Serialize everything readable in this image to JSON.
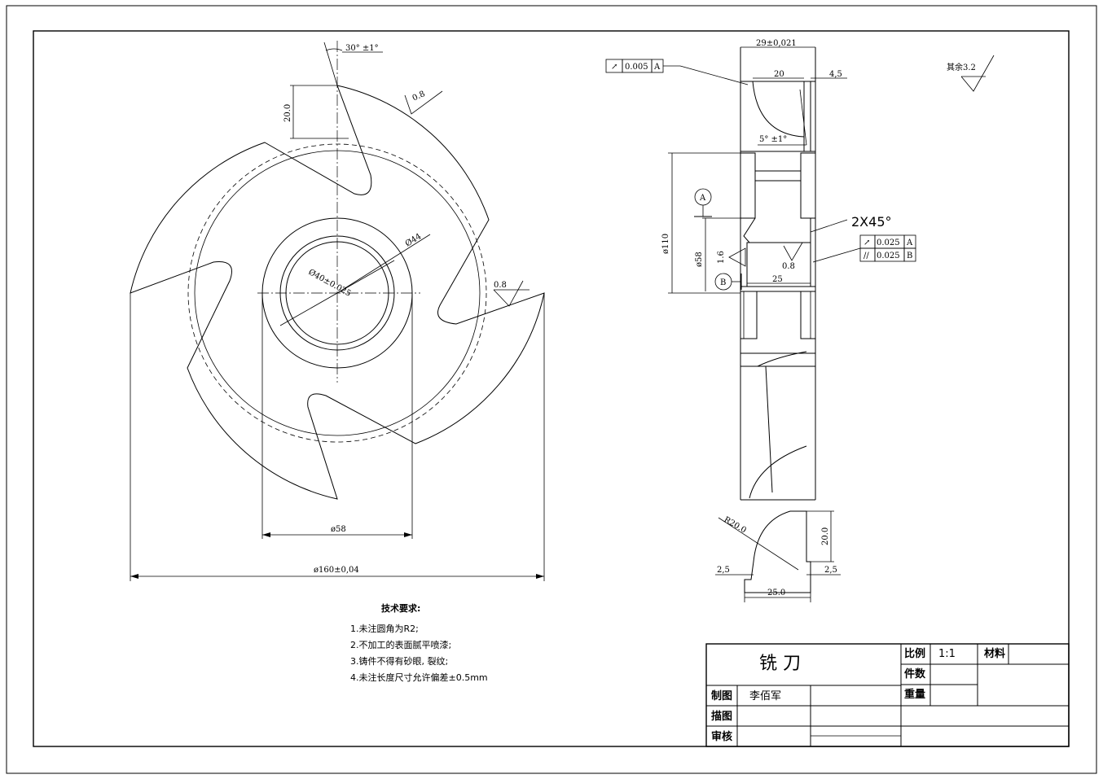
{
  "title_block": {
    "part_name": "铣    刀",
    "scale_label": "比例",
    "scale_value": "1:1",
    "material_label": "材料",
    "material_value": "",
    "count_label": "件数",
    "count_value": "",
    "weight_label": "重量",
    "weight_value": "",
    "drawn_label": "制图",
    "drawn_by": "李佰军",
    "traced_label": "描图",
    "review_label": "审核"
  },
  "tech_requirements": {
    "title": "技术要求:",
    "items": [
      "1.未注圆角为R2;",
      "2.不加工的表面腻平喷漆;",
      "3.铸件不得有砂眼, 裂纹;",
      "4.未注长度尺寸允许偏差±0.5mm"
    ]
  },
  "front_view": {
    "angle_dim": "30° ±1°",
    "height_dim": "20.0",
    "roughness_1": "0.8",
    "roughness_2": "0.8",
    "bore_dim": "Ø40±0.025",
    "boss_dim": "Ø44",
    "hub_dim": "ø58",
    "outer_dim": "ø160±0,04"
  },
  "side_view": {
    "width_dim": "29±0,021",
    "tooth_dim": "20",
    "small_dim": "4,5",
    "angle_dim": "5° ±1°",
    "chamfer": "2X45°",
    "dia_110": "ø110",
    "dia_58": "ø58",
    "bore_width": "25",
    "roughness_bore": "1.6",
    "roughness_face": "0.8",
    "datum_a": "A",
    "datum_b": "B",
    "runout_top_value": "0.005",
    "runout_top_ref": "A",
    "runout_right_value": "0.025",
    "runout_right_ref": "A",
    "parallel_value": "0.025",
    "parallel_ref": "B"
  },
  "detail_view": {
    "radius": "R20.0",
    "height": "20.0",
    "left_dim": "2,5",
    "right_dim": "2,5",
    "bottom_dim": "25.0"
  },
  "roughness_other": "其余3.2"
}
